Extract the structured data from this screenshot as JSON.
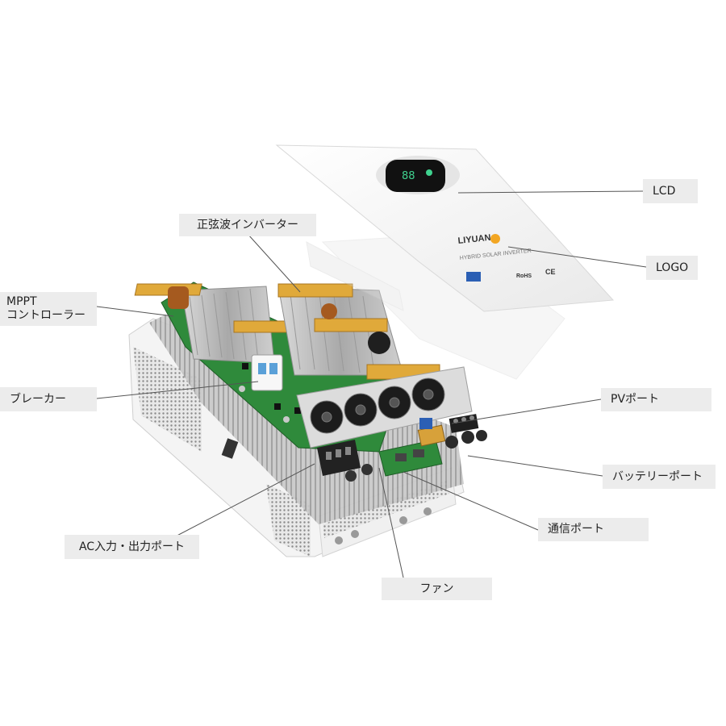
{
  "labels": {
    "lcd": "LCD",
    "logo": "LOGO",
    "sine_inverter": "正弦波インバーター",
    "mppt_line1": "MPPT",
    "mppt_line2": "コントローラー",
    "breaker": "ブレーカー",
    "pv_port": "PVポート",
    "battery_port": "バッテリーポート",
    "comm_port": "通信ポート",
    "ac_port": "AC入力・出力ポート",
    "fan": "ファン"
  },
  "device": {
    "brand": "LIYUAN",
    "model_text": "HYBRID SOLAR INVERTER",
    "cert_marks": [
      "RoHS",
      "CE"
    ]
  },
  "colors": {
    "label_bg": "#ececec",
    "leader": "#555555",
    "pcb": "#2f8a3b",
    "bar": "#e0a93a",
    "housing": "#f2f2f2",
    "heatsink": "#bdbdbd"
  }
}
